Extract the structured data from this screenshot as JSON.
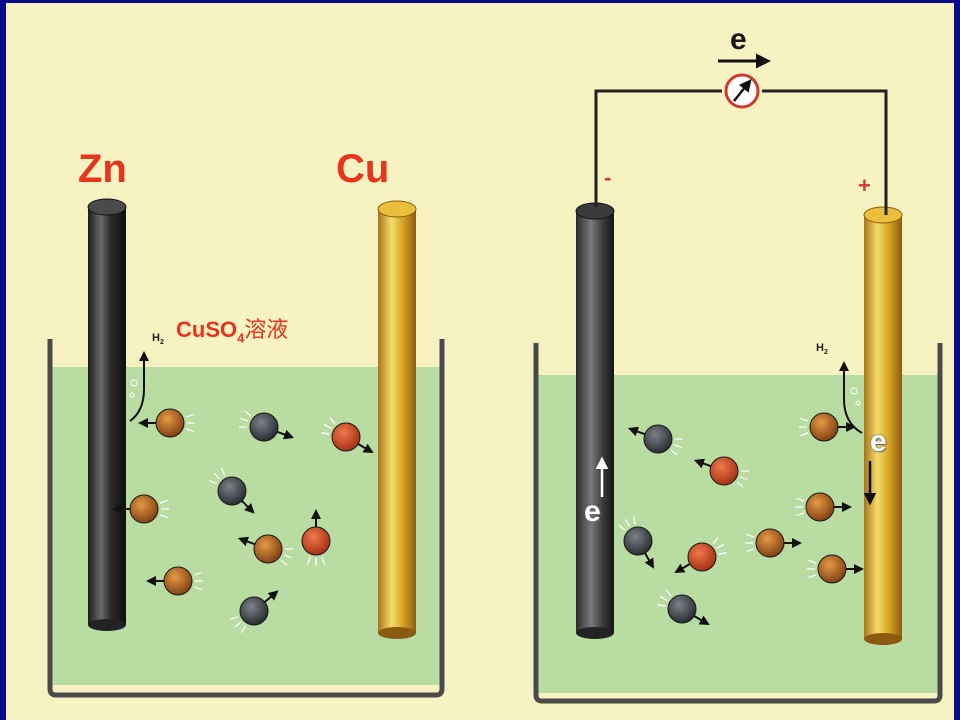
{
  "left_cell": {
    "anode_label": "Zn",
    "cathode_label": "Cu",
    "solution": {
      "formula_main": "CuSO",
      "formula_sub": "4",
      "text": "溶液"
    },
    "gas": {
      "main": "H",
      "sub": "2"
    }
  },
  "right_cell": {
    "negative_sign": "-",
    "positive_sign": "+",
    "wire_electron": "e",
    "anode_electron": "e",
    "cathode_electron": "e",
    "gas": {
      "main": "H",
      "sub": "2"
    },
    "meter_icon": "galvanometer-icon"
  },
  "colors": {
    "background": "#f7f2c2",
    "solution": "#b8dca2",
    "label_red": "#e8341c",
    "frame_blue": "#0a0a8a",
    "zinc": "#3a3a3a",
    "copper": "#d9a623",
    "ion_dark": "#2e3338",
    "ion_brown": "#b9621e",
    "ion_red": "#d24a22"
  }
}
